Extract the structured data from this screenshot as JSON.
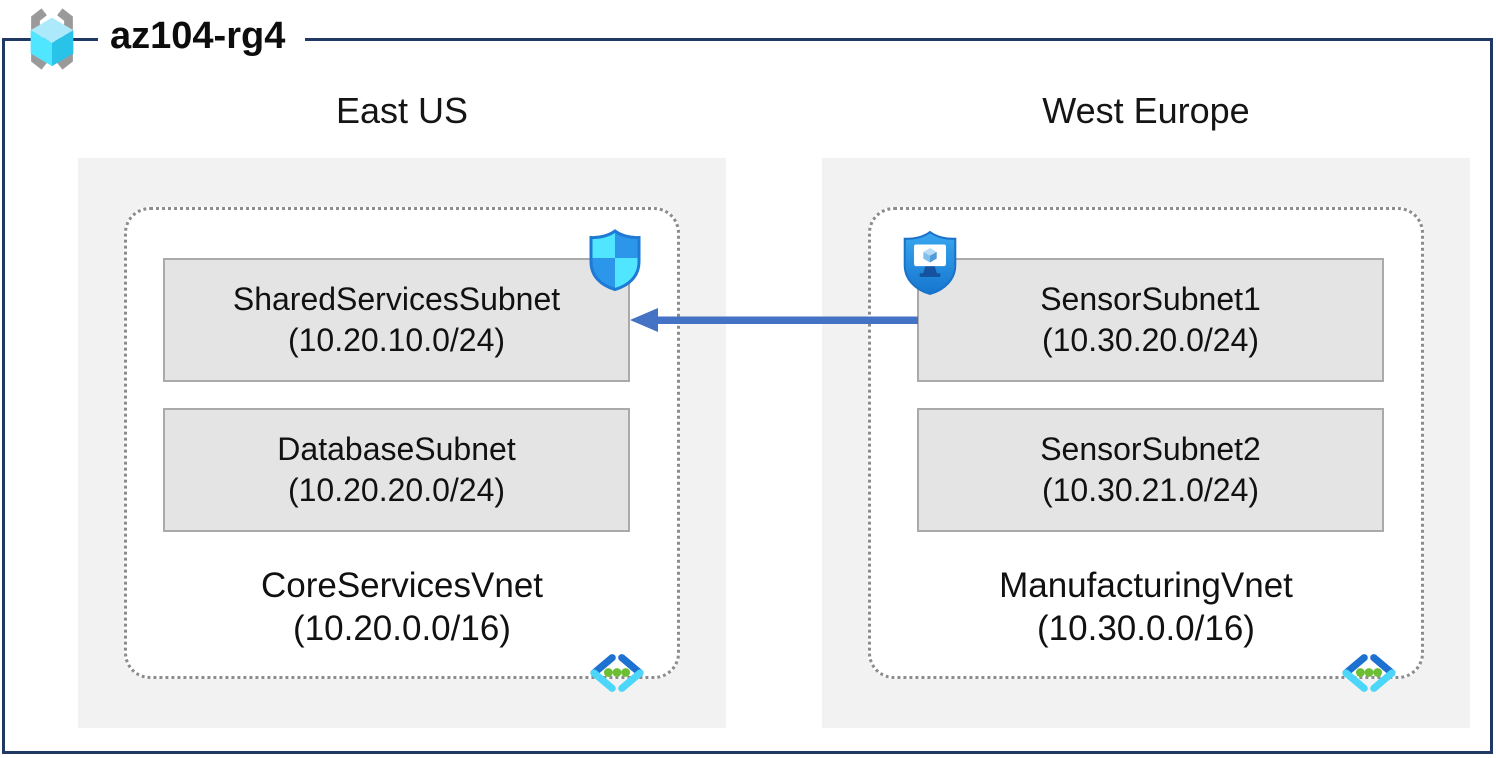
{
  "title": {
    "text": "az104-rg4"
  },
  "regions": [
    {
      "name": "East US",
      "vnet": {
        "name": "CoreServicesVnet",
        "cidr": "(10.20.0.0/16)",
        "subnets": [
          {
            "name": "SharedServicesSubnet",
            "cidr": "(10.20.10.0/24)"
          },
          {
            "name": "DatabaseSubnet",
            "cidr": "(10.20.20.0/24)"
          }
        ]
      }
    },
    {
      "name": "West Europe",
      "vnet": {
        "name": "ManufacturingVnet",
        "cidr": "(10.30.0.0/16)",
        "subnets": [
          {
            "name": "SensorSubnet1",
            "cidr": "(10.30.20.0/24)"
          },
          {
            "name": "SensorSubnet2",
            "cidr": "(10.30.21.0/24)"
          }
        ]
      }
    }
  ],
  "connection": {
    "from": "SensorSubnet1",
    "to": "SharedServicesSubnet",
    "direction": "right-to-left",
    "color": "#4472c4"
  },
  "icons": {
    "resource_group": "resource-group-icon",
    "nsg": "network-security-group-shield-icon",
    "asg": "application-security-group-shield-icon",
    "vnet": "virtual-network-icon"
  },
  "colors": {
    "frame_border": "#1f3864",
    "region_bg": "#f2f2f2",
    "subnet_bg": "#e4e4e4",
    "subnet_border": "#aaaaaa",
    "dashed_border": "#8c8c8c",
    "arrow": "#4472c4",
    "cyan_light": "#50e6ff",
    "blue_mid": "#2b96ea",
    "green_dot": "#6cbf34"
  }
}
